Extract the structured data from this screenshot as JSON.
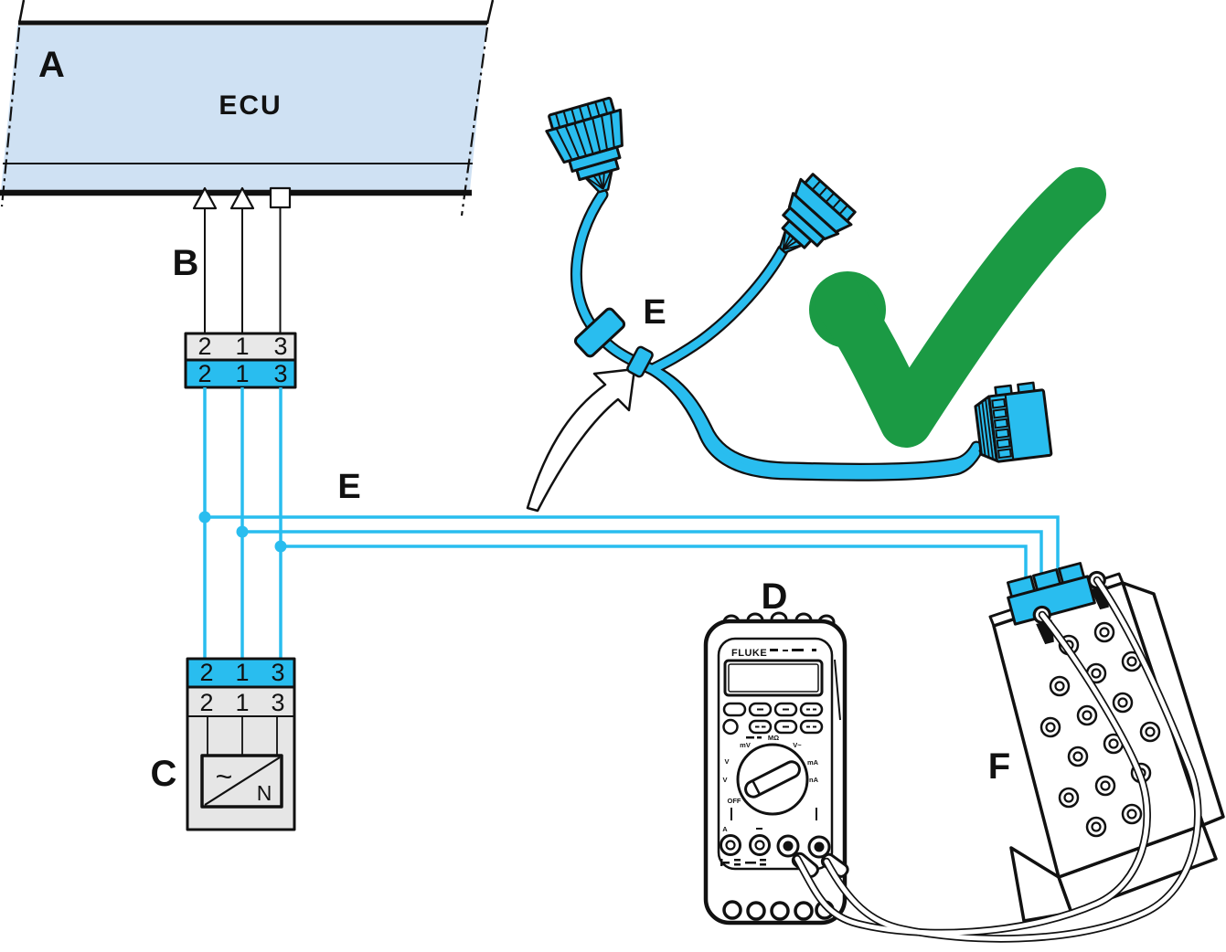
{
  "labels": {
    "ecu_box": "A",
    "harness": "B",
    "sensor": "C",
    "multimeter": "D",
    "adapter_cable": "E",
    "wiring": "E",
    "breakout_box": "F"
  },
  "ecu": {
    "title": "ECU"
  },
  "connector_b": {
    "top_row": [
      "2",
      "1",
      "3"
    ],
    "bottom_row": [
      "2",
      "1",
      "3"
    ]
  },
  "connector_c": {
    "top_row": [
      "2",
      "1",
      "3"
    ],
    "bottom_row": [
      "2",
      "1",
      "3"
    ]
  },
  "sensor_symbol": {
    "ac": "~",
    "n": "N"
  },
  "multimeter": {
    "brand": "FLUKE",
    "dial": {
      "upper_left": "mV",
      "top": "MΩ",
      "upper_right": "V~",
      "left": "V",
      "right": "mA",
      "lower_left": "V",
      "lower_right": "nA",
      "off": "OFF"
    },
    "jacks": {
      "a": "A"
    }
  },
  "status": {
    "result": "ok-check"
  },
  "colors": {
    "wire_cyan": "#29bdef",
    "ecu_blue": "#cfe1f3",
    "check_green": "#1b9a44",
    "connector_gray": "#e8e8e8",
    "ink": "#111111"
  }
}
